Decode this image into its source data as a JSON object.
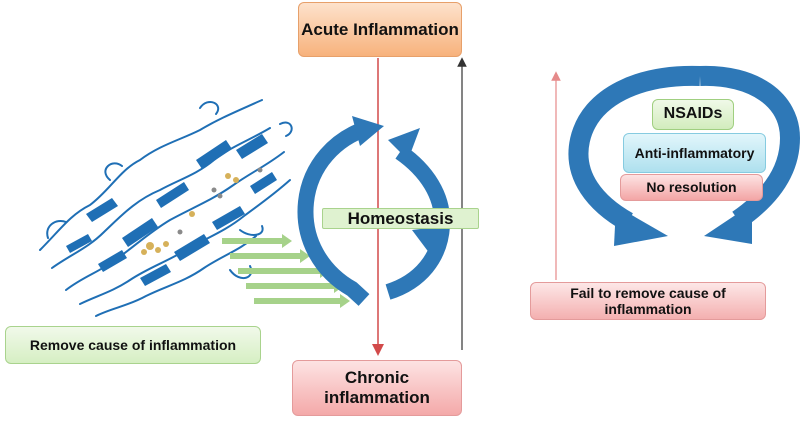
{
  "labels": {
    "acute": "Acute Inflammation",
    "chronic": "Chronic inflammation",
    "homeostasis": "Homeostasis",
    "remove_cause": "Remove cause of inflammation",
    "nsaids": "NSAIDs",
    "anti_inflammatory": "Anti-inflammatory",
    "no_resolution": "No resolution",
    "fail_remove": "Fail to remove cause of inflammation"
  },
  "colors": {
    "cycle_blue": "#2e78b7",
    "protein_blue": "#1f6fb5",
    "ligand_gold": "#d6b15a",
    "inflammation_arrow": "#d24a4a",
    "green_arrow": "#a6d28a",
    "black_arrow": "#333333"
  },
  "icons": {
    "protein": "protein-structure-image",
    "cycle": "circular-cycle-arrows"
  }
}
